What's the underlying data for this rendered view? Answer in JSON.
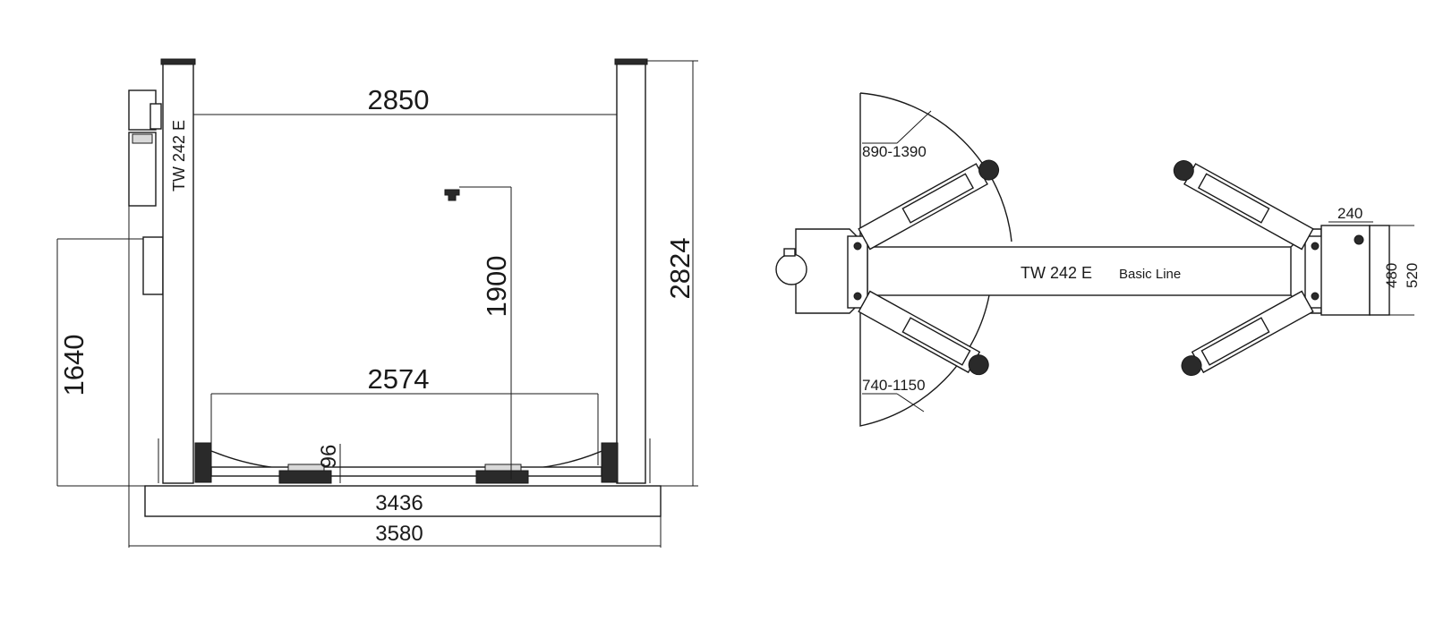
{
  "front_view": {
    "column_label": "TW 242 E",
    "dimensions": {
      "inner_width": "2850",
      "total_height": "2824",
      "arm_height": "1900",
      "drive_through": "2574",
      "min_height": "96",
      "width_inner": "3436",
      "width_total": "3580",
      "side_height": "1640"
    }
  },
  "top_view": {
    "model_label": "TW 242 E",
    "line_label": "Basic Line",
    "dimensions": {
      "long_arm_reach": "890-1390",
      "short_arm_reach": "740-1150",
      "base_width": "240",
      "base_depth_inner": "480",
      "base_depth_outer": "520"
    }
  }
}
